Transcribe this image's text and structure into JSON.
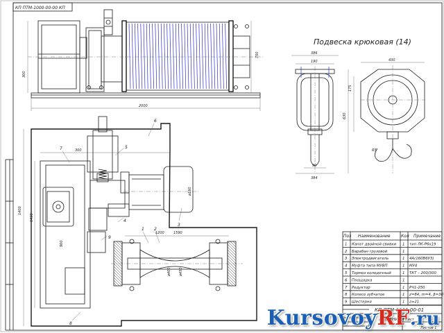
{
  "sheet": {
    "doc_code_rotated": "КП ПТМ-1000-00-00 КП",
    "stamp_code": "КП ПТМ-1000-00-01",
    "stamp_title": "Механизм",
    "stamp_sheet_label": "Лист",
    "stamp_sheets_label": "Листов 1"
  },
  "top_view": {
    "length_dim": "2000",
    "height_dim": "750",
    "left_dim": "300"
  },
  "hook_block": {
    "title": "Подвеска крюковая (14)",
    "dims": [
      "386",
      "190",
      "430",
      "630",
      "175",
      "90",
      "384",
      "R5"
    ]
  },
  "plan_view": {
    "dims": [
      "300",
      "1590",
      "1200",
      "1400",
      "1410",
      "ø400",
      "ø450",
      "ø160",
      "900"
    ],
    "leaders": [
      "1",
      "2",
      "3",
      "4",
      "5",
      "6",
      "7",
      "8",
      "9"
    ]
  },
  "spec_table": {
    "headers": [
      "Поз",
      "Наименование",
      "Кол",
      "Примечание"
    ],
    "rows": [
      [
        "1",
        "Канат двойной свивки",
        "1",
        "тип ЛК-Р6х19"
      ],
      [
        "2",
        "Барабан грузовой",
        "1",
        ""
      ],
      [
        "3",
        "Электродвигатель",
        "1",
        "4А(160В6У3)"
      ],
      [
        "4",
        "Муфта типа МУВП",
        "1",
        "МУ4"
      ],
      [
        "5",
        "Тормоз колодочный",
        "1",
        "ТКТ – 200/300"
      ],
      [
        "6",
        "Площадка",
        "1",
        ""
      ],
      [
        "7",
        "Редуктор",
        "1",
        "РЧ1-250"
      ],
      [
        "8",
        "Колесо зубчатое",
        "1",
        "z=84, m=4, β=30"
      ],
      [
        "9",
        "Шестерня",
        "1",
        "z=21"
      ]
    ]
  },
  "watermark": {
    "part1": "Kursovoy",
    "part2": "RF",
    "part3": ".ru"
  }
}
